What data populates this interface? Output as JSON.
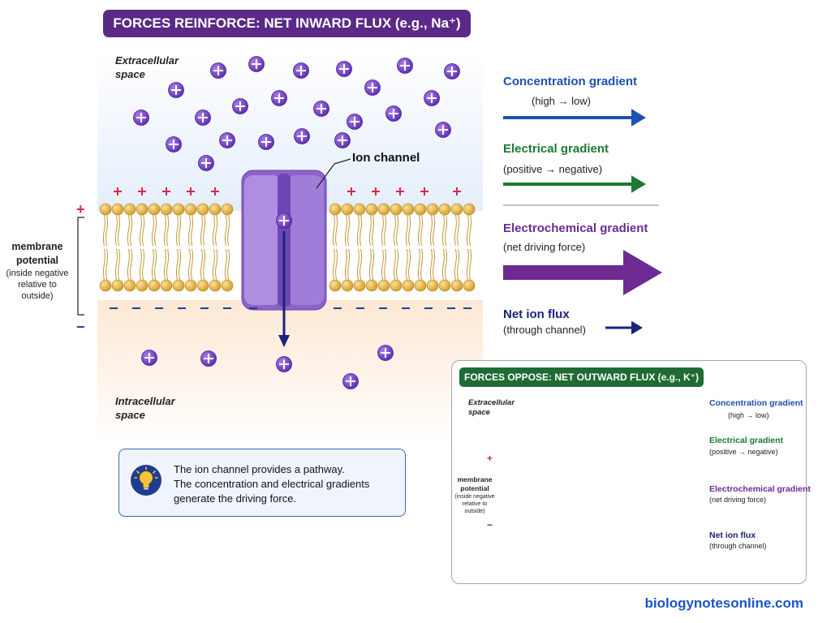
{
  "main": {
    "title": "FORCES REINFORCE:  NET INWARD FLUX (e.g., Na⁺)",
    "extracellular_label": [
      "Extracellular",
      "space"
    ],
    "intracellular_label": [
      "Intracellular",
      "space"
    ],
    "channel_label": "Ion channel",
    "membrane_potential": {
      "title": [
        "membrane",
        "potential"
      ],
      "note": [
        "(inside negative",
        "relative to",
        "outside)"
      ],
      "plus": "+",
      "minus": "−"
    },
    "legend": [
      {
        "title": "Concentration gradient",
        "sub": "(high → low)",
        "color": "#1f4fb0"
      },
      {
        "title": "Electrical gradient",
        "sub": "(positive → negative)",
        "color": "#1c7a33"
      },
      {
        "title": "Electrochemical gradient",
        "sub": "(net driving force)",
        "color": "#6c2a92"
      },
      {
        "title": "Net ion flux",
        "sub": "(through channel)",
        "color": "#1b237a"
      }
    ],
    "note_lines": [
      "The ion channel provides a pathway.",
      "The concentration and electrical gradients",
      "generate the driving force."
    ]
  },
  "inset": {
    "title": "FORCES OPPOSE:  NET OUTWARD FLUX (e.g., K⁺)",
    "extracellular_label": [
      "Extracellular",
      "space"
    ],
    "membrane_potential": {
      "title": [
        "membrane",
        "potential"
      ],
      "note": [
        "(inside negative",
        "relative to",
        "outside)"
      ],
      "plus": "+",
      "minus": "−"
    },
    "legend": [
      {
        "title": "Concentration gradient",
        "sub": "(high → low)",
        "color": "#1f4fb0"
      },
      {
        "title": "Electrical gradient",
        "sub": "(positive → negative)",
        "color": "#1c7a33"
      },
      {
        "title": "Electrochemical gradient",
        "sub": "(net driving force)",
        "color": "#6c2a92"
      },
      {
        "title": "Net ion flux",
        "sub": "(through channel)",
        "color": "#1b237a"
      }
    ]
  },
  "footer": "biologynotesonline.com",
  "colors": {
    "title_purple": "#5b2a86",
    "title_green": "#1f6b34",
    "ion_purple": "#7b46c6",
    "lipid_gold": "#e3b23c",
    "channel_lavender": "#a988d8",
    "plus_red": "#d42a4a",
    "minus_blue": "#1f3f9a",
    "footer_blue": "#1a56c4"
  }
}
